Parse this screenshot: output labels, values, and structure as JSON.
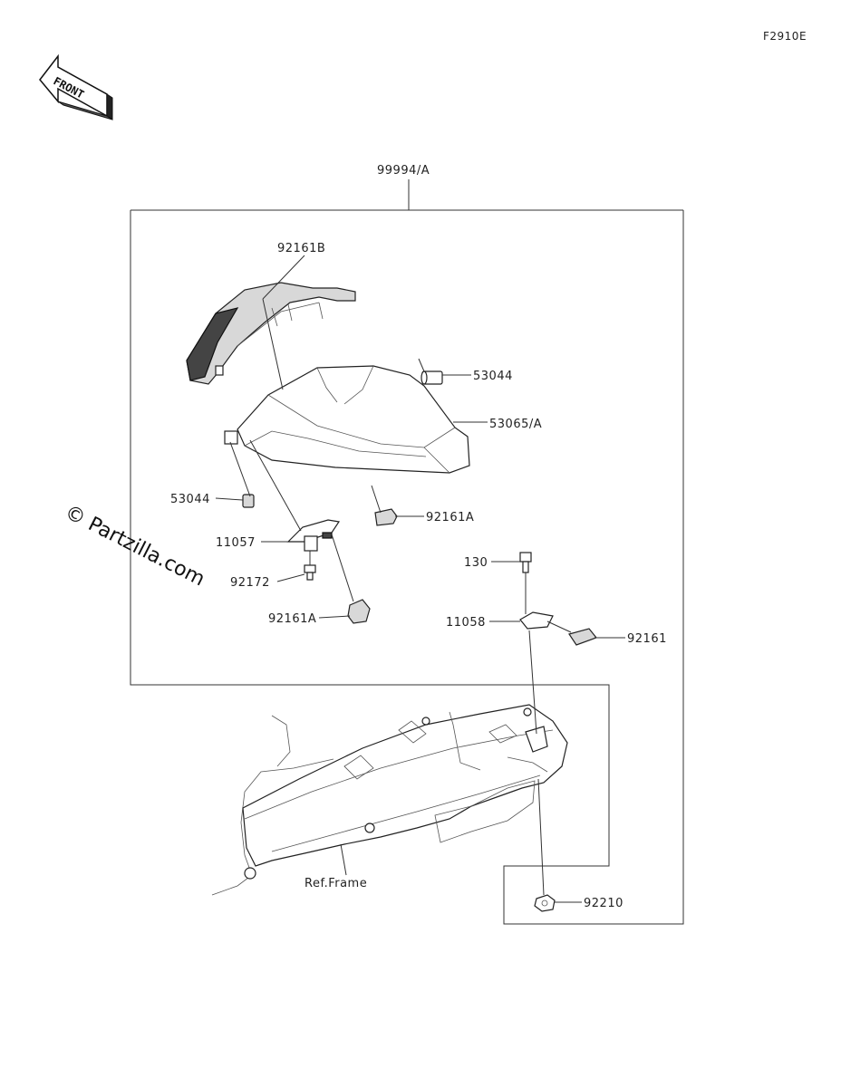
{
  "figure_id": "F2910E",
  "front_label": "FRONT",
  "watermark": "© Partzilla.com",
  "parts": {
    "assembly": "99994/A",
    "cover_bracket": "92161B",
    "damper_top": "53044",
    "seat_cover": "53065/A",
    "damper_left": "53044",
    "damper_mid": "92161A",
    "bracket_left": "11057",
    "bolt_left": "92172",
    "damper_bottom": "92161A",
    "bolt_right": "130",
    "bracket_right": "11058",
    "damper_right": "92161",
    "nut": "92210",
    "ref_frame": "Ref.Frame"
  }
}
